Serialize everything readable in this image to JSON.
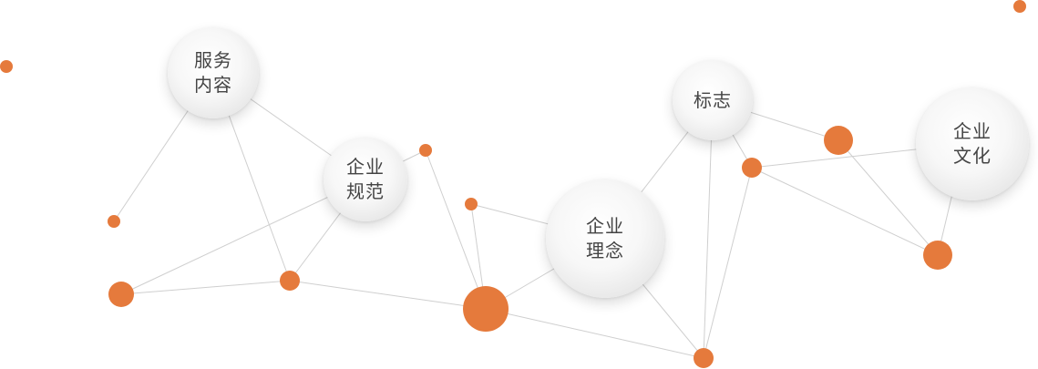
{
  "colors": {
    "dot": "#e57a3c",
    "line": "#cfcfcf",
    "bubble_text": "#444444"
  },
  "bubbles": [
    {
      "id": "service",
      "label": "服务\n内容"
    },
    {
      "id": "norms",
      "label": "企业\n规范"
    },
    {
      "id": "philosophy",
      "label": "企业\n理念"
    },
    {
      "id": "logo",
      "label": "标志"
    },
    {
      "id": "culture",
      "label": "企业\n文化"
    }
  ]
}
